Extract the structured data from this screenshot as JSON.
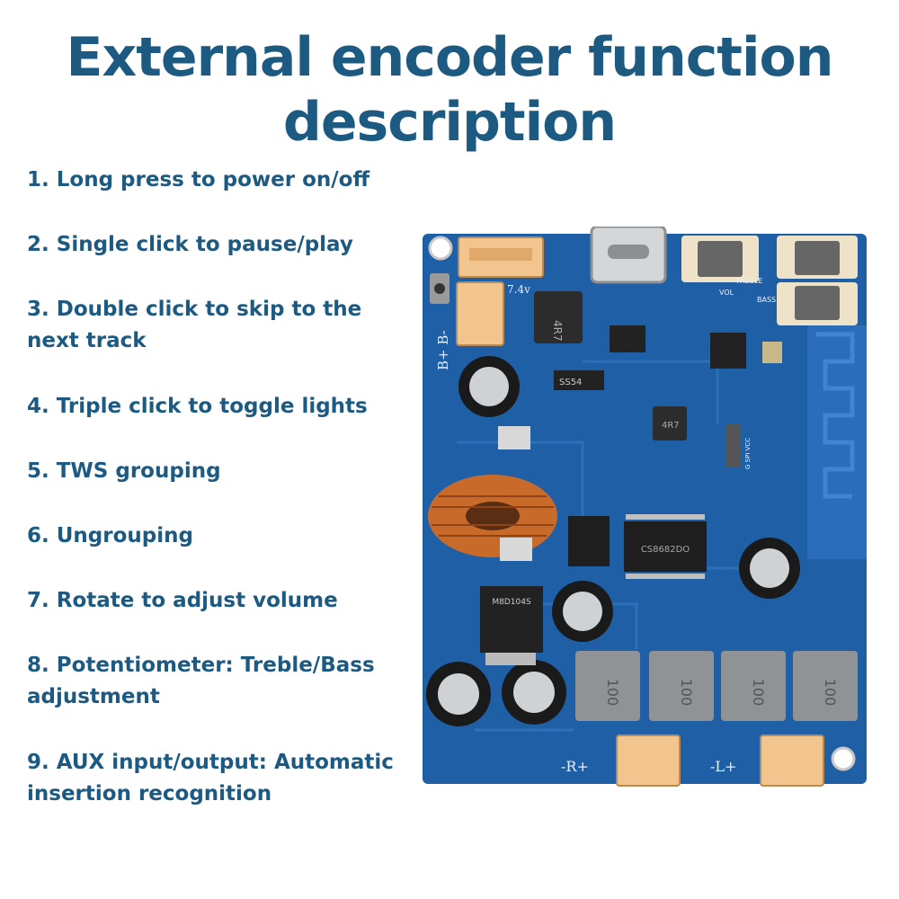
{
  "title": {
    "line1": "External encoder function",
    "line2": "description"
  },
  "features": [
    "1. Long press to power on/off",
    "2. Single click to pause/play",
    "3. Double click to skip to the next track",
    "4. Triple click to toggle lights",
    "5. TWS grouping",
    "6. Ungrouping",
    "7. Rotate to adjust volume",
    "8. Potentiometer: Treble/Bass adjustment",
    "9. AUX input/output: Automatic insertion recognition"
  ],
  "board": {
    "labels": {
      "v74": "7.4v",
      "bplus_bminus": "B+ B-",
      "treble": "TREBLE",
      "vol": "VOL",
      "bass": "BASS",
      "r_channel": "-R+",
      "l_channel": "-L+",
      "inductor_small": "4R7",
      "inductor_mid": "4R7",
      "inductor_100": "100",
      "ss54": "SS54",
      "chip_amp": "CS8682DO",
      "reg_part": "M8D104S",
      "spi_pins": "G SPI VCC"
    },
    "colors": {
      "pcb": "#1f5fa6",
      "pcb_dark": "#17498a",
      "connector": "#f1c58d",
      "copper": "#c86a2a",
      "inductor_gray": "#8f9396",
      "text": "#1d5a82"
    }
  }
}
